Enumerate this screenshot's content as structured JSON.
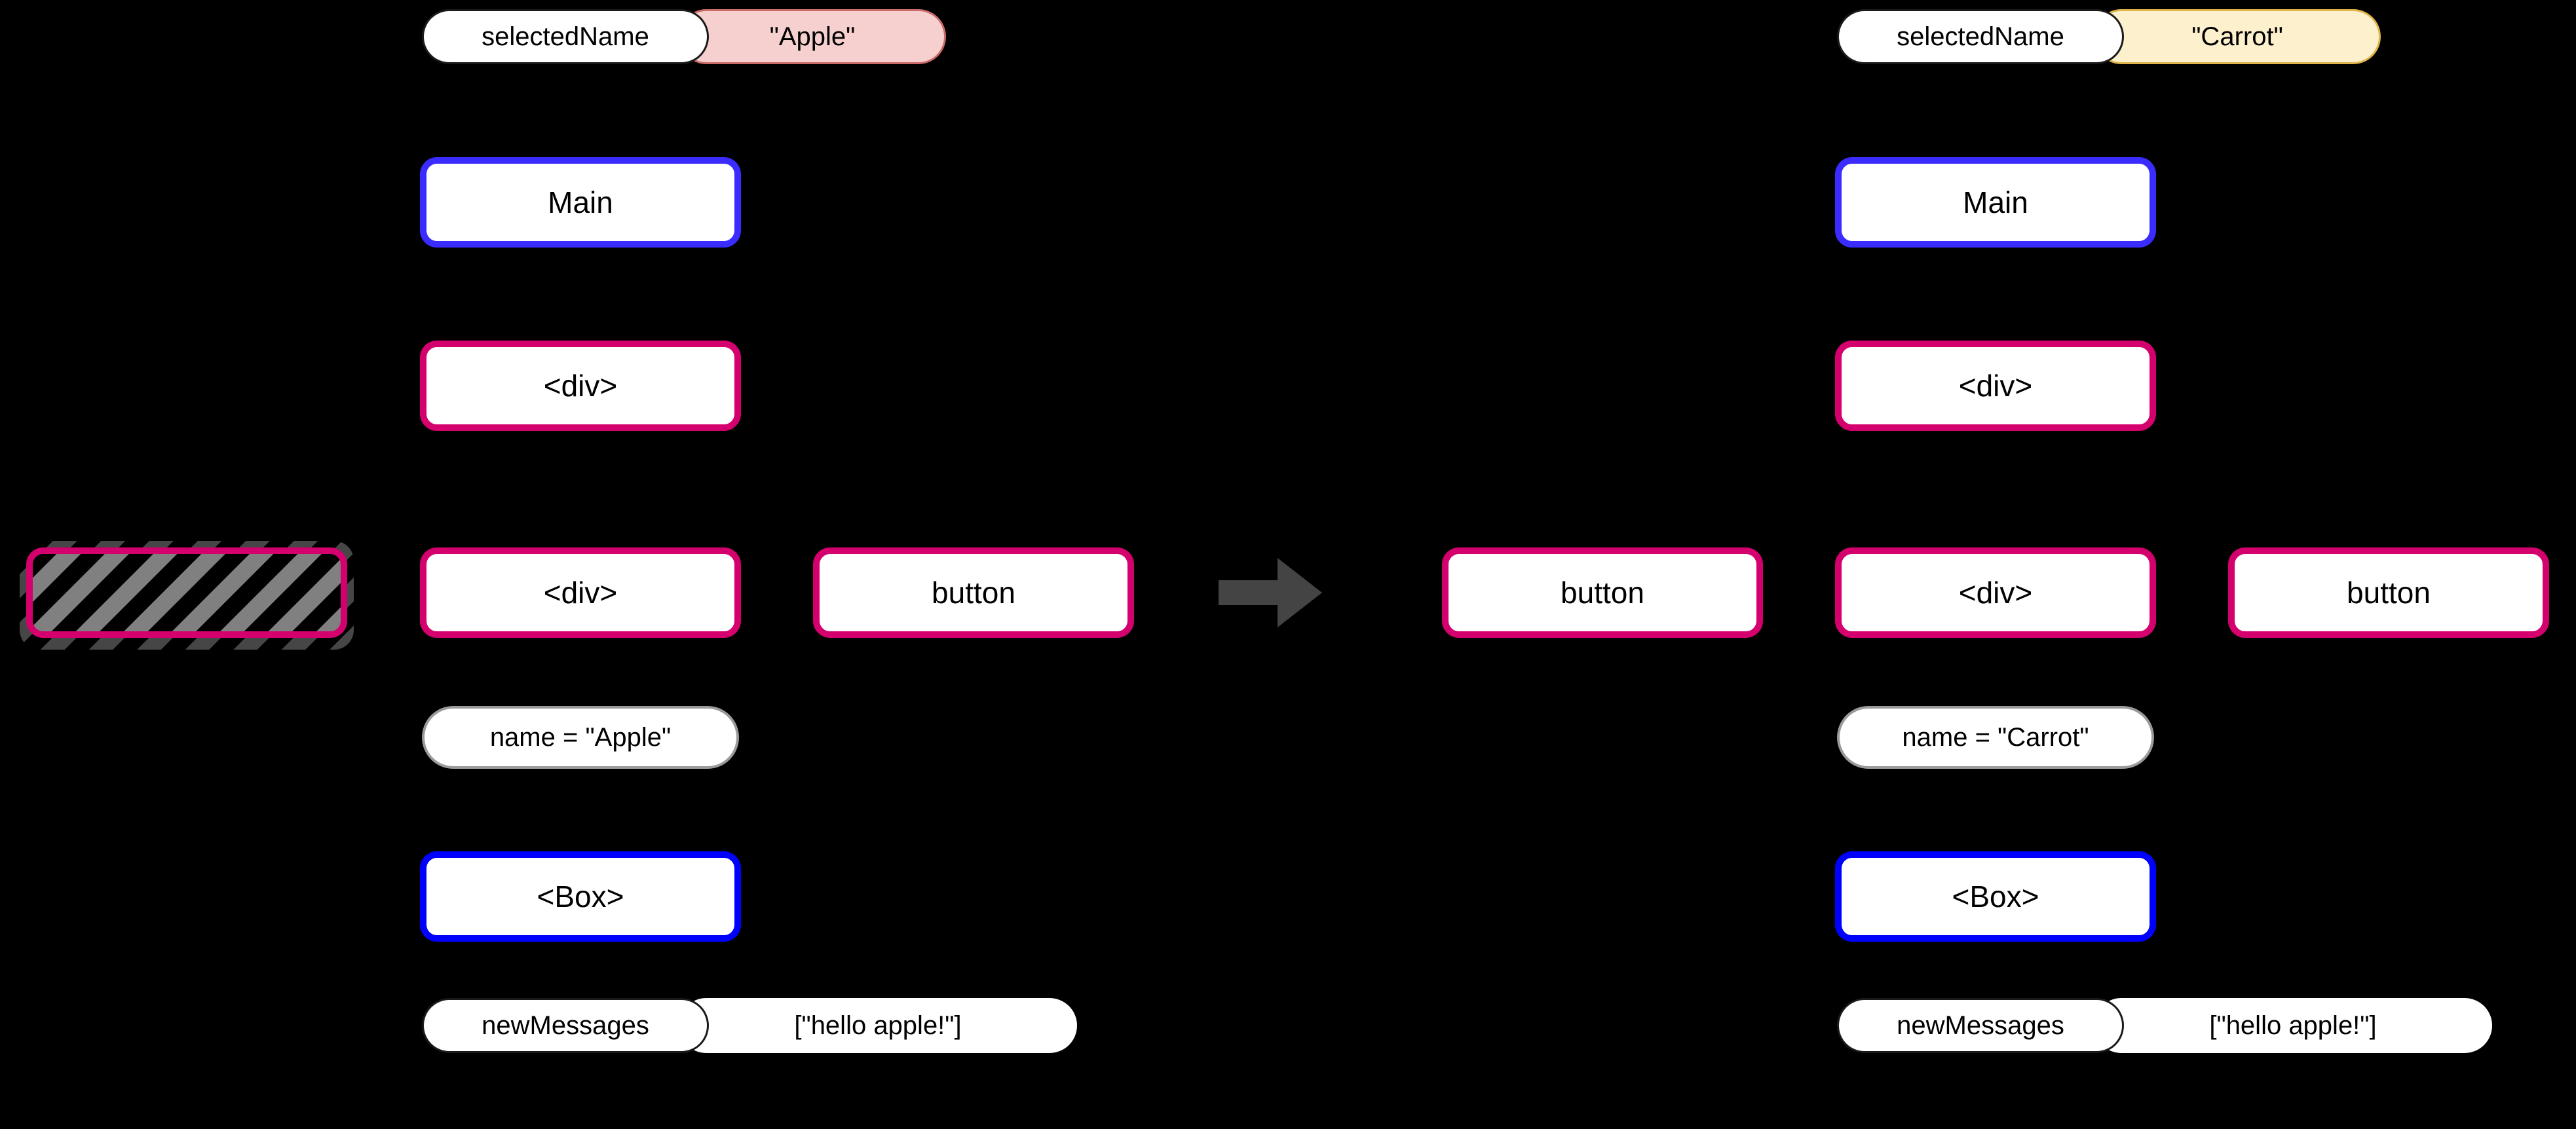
{
  "diagram": {
    "background_color": "#000000",
    "transition_arrow": {
      "name": "transition-arrow",
      "color": "#444444",
      "direction": "right"
    },
    "colors": {
      "component_blue": "#3a2bff",
      "box_blue": "#0000ff",
      "host_pink": "#d4006e",
      "pill_pink": "#f6d0ce",
      "pill_pink_border": "#c96b68",
      "pill_yellow": "#fdf0cd",
      "pill_yellow_border": "#e0b24a",
      "pill_neutral_border": "#9a9a9a",
      "hatch_gray": "#808080"
    },
    "panels": [
      {
        "id": "before",
        "name": "before-panel",
        "state_pill": {
          "name_label": "selectedName",
          "value_label": "\"Apple\"",
          "value_tone": "pink"
        },
        "nodes": [
          {
            "id": "main",
            "label": "Main",
            "kind": "component-blue"
          },
          {
            "id": "div1",
            "label": "<div>",
            "kind": "host-pink"
          },
          {
            "id": "div2",
            "label": "<div>",
            "kind": "host-pink"
          },
          {
            "id": "button",
            "label": "button",
            "kind": "host-pink"
          },
          {
            "id": "box",
            "label": "<Box>",
            "kind": "component-blue-pure"
          }
        ],
        "prop_pill": {
          "label": "name = \"Apple\""
        },
        "messages_pill": {
          "name_label": "newMessages",
          "value_label": "[\"hello apple!\"]",
          "value_tone": "neutral"
        },
        "hatched_placeholder": {
          "name": "hatched-placeholder"
        }
      },
      {
        "id": "after",
        "name": "after-panel",
        "state_pill": {
          "name_label": "selectedName",
          "value_label": "\"Carrot\"",
          "value_tone": "yellow"
        },
        "nodes": [
          {
            "id": "main",
            "label": "Main",
            "kind": "component-blue"
          },
          {
            "id": "div1",
            "label": "<div>",
            "kind": "host-pink"
          },
          {
            "id": "button1",
            "label": "button",
            "kind": "host-pink"
          },
          {
            "id": "div2",
            "label": "<div>",
            "kind": "host-pink"
          },
          {
            "id": "button2",
            "label": "button",
            "kind": "host-pink"
          },
          {
            "id": "box",
            "label": "<Box>",
            "kind": "component-blue-pure"
          }
        ],
        "prop_pill": {
          "label": "name = \"Carrot\""
        },
        "messages_pill": {
          "name_label": "newMessages",
          "value_label": "[\"hello apple!\"]",
          "value_tone": "neutral"
        }
      }
    ]
  }
}
